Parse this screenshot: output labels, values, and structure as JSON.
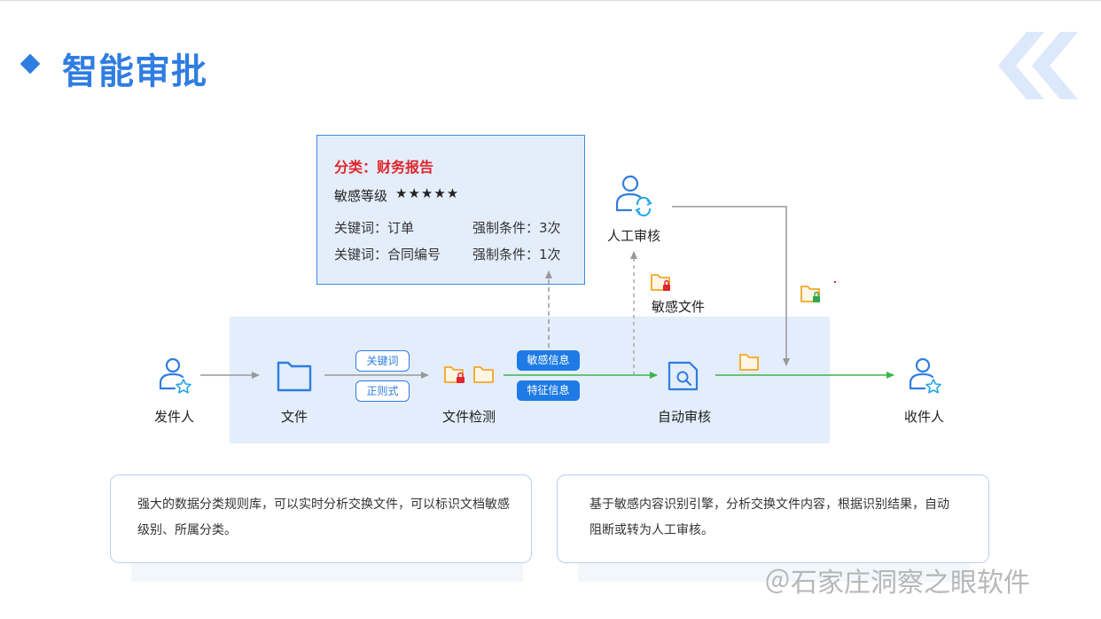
{
  "header": {
    "title": "智能审批"
  },
  "classification_card": {
    "title": "分类：财务报告",
    "level_label": "敏感等级",
    "stars": "★★★★★",
    "star_count": 5,
    "rows": [
      {
        "keyword": "关键词：订单",
        "condition": "强制条件：3次"
      },
      {
        "keyword": "关键词：合同编号",
        "condition": "强制条件：1次"
      }
    ]
  },
  "flow": {
    "sender": "发件人",
    "file": "文件",
    "keyword_tag": "关键词",
    "regex_tag": "正则式",
    "file_check": "文件检测",
    "sensitive_info": "敏感信息",
    "feature_info": "特征信息",
    "auto_review": "自动审核",
    "receiver": "收件人",
    "manual_review": "人工审核",
    "sensitive_file": "敏感文件"
  },
  "descriptions": [
    "强大的数据分类规则库，可以实时分析交换文件，可以标识文档敏感级别、所属分类。",
    "基于敏感内容识别引擎，分析交换文件内容，根据识别结果，自动阻断或转为人工审核。"
  ],
  "watermark": "＠石家庄洞察之眼软件",
  "colors": {
    "brand_blue": "#2f7de1",
    "category_red": "#e0252b",
    "folder_orange": "#f5a623",
    "lock_red": "#e0252b",
    "lock_green": "#2fa84f",
    "flow_green": "#3cb54a",
    "gray_arrow": "#999999"
  }
}
